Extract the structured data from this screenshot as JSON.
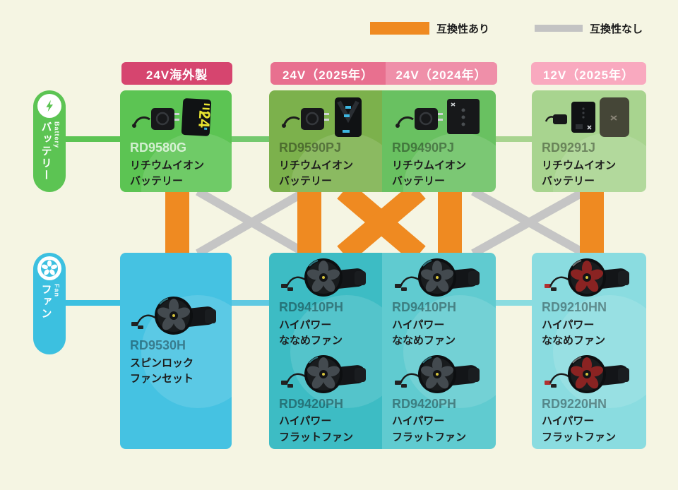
{
  "legend": {
    "compatible": {
      "label": "互換性あり",
      "color": "#ef8a21"
    },
    "incompatible": {
      "label": "互換性なし",
      "color": "#c3c3c3"
    }
  },
  "groups": {
    "battery": {
      "label_en": "Battery",
      "label_jp": "バッテリー",
      "color": "#5cc453"
    },
    "fan": {
      "label_en": "Fan",
      "label_jp": "ファン",
      "color": "#3cc0e0"
    }
  },
  "columns": [
    {
      "header": "24V海外製",
      "header_color": "#d6456f",
      "battery": {
        "code": "RD9580G",
        "name": "リチウムイオン\nバッテリー"
      },
      "fans": [
        {
          "code": "RD9530H",
          "name": "スピンロック\nファンセット"
        }
      ]
    },
    {
      "header": "24V（2025年）",
      "header_color": "#e8708f",
      "battery": {
        "code": "RD9590PJ",
        "name": "リチウムイオン\nバッテリー"
      },
      "fans": [
        {
          "code": "RD9410PH",
          "name": "ハイパワー\nななめファン"
        },
        {
          "code": "RD9420PH",
          "name": "ハイパワー\nフラットファン"
        }
      ]
    },
    {
      "header": "24V（2024年）",
      "header_color": "#ef8fa9",
      "battery": {
        "code": "RD9490PJ",
        "name": "リチウムイオン\nバッテリー"
      },
      "fans": [
        {
          "code": "RD9410PH",
          "name": "ハイパワー\nななめファン"
        },
        {
          "code": "RD9420PH",
          "name": "ハイパワー\nフラットファン"
        }
      ]
    },
    {
      "header": "12V（2025年）",
      "header_color": "#f9a9bf",
      "battery": {
        "code": "RD9291J",
        "name": "リチウムイオン\nバッテリー"
      },
      "fans": [
        {
          "code": "RD9210HN",
          "name": "ハイパワー\nななめファン"
        },
        {
          "code": "RD9220HN",
          "name": "ハイパワー\nフラットファン"
        }
      ]
    }
  ],
  "connections": [
    {
      "battery": "24V海外製",
      "fan": "24V海外製",
      "compatible": true
    },
    {
      "battery": "24V海外製",
      "fan": "24V（2025年）",
      "compatible": false
    },
    {
      "battery": "24V（2025年）",
      "fan": "24V海外製",
      "compatible": false
    },
    {
      "battery": "24V（2025年）",
      "fan": "24V（2025年）",
      "compatible": true
    },
    {
      "battery": "24V（2025年）",
      "fan": "24V（2024年）",
      "compatible": true
    },
    {
      "battery": "24V（2024年）",
      "fan": "24V（2025年）",
      "compatible": true
    },
    {
      "battery": "24V（2024年）",
      "fan": "24V（2024年）",
      "compatible": true
    },
    {
      "battery": "24V（2024年）",
      "fan": "12V（2025年）",
      "compatible": false
    },
    {
      "battery": "12V（2025年）",
      "fan": "24V（2024年）",
      "compatible": false
    },
    {
      "battery": "12V（2025年）",
      "fan": "12V（2025年）",
      "compatible": true
    }
  ]
}
